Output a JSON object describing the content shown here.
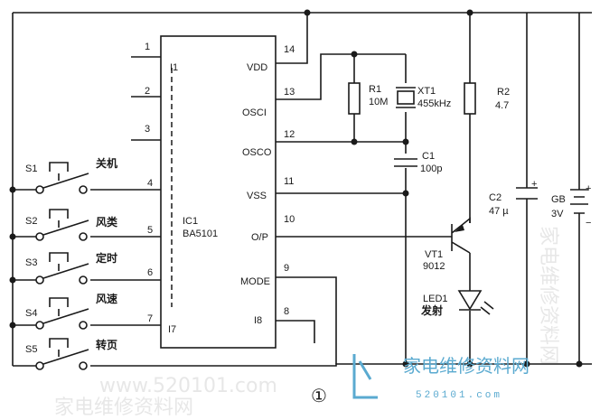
{
  "ic": {
    "ref": "IC1",
    "part": "BA5101",
    "pin_i1": "I1",
    "pin_i7": "I7",
    "pin_i8": "I8",
    "left_pins": [
      "1",
      "2",
      "3",
      "4",
      "5",
      "6",
      "7"
    ],
    "right_pins": [
      {
        "num": "14",
        "name": "VDD"
      },
      {
        "num": "13",
        "name": "OSCI"
      },
      {
        "num": "12",
        "name": "OSCO"
      },
      {
        "num": "11",
        "name": "VSS"
      },
      {
        "num": "10",
        "name": "O/P"
      },
      {
        "num": "9",
        "name": "MODE"
      },
      {
        "num": "8",
        "name": "I8"
      }
    ]
  },
  "switches": [
    {
      "ref": "S1",
      "label": "关机"
    },
    {
      "ref": "S2",
      "label": "风类"
    },
    {
      "ref": "S3",
      "label": "定时"
    },
    {
      "ref": "S4",
      "label": "风速"
    },
    {
      "ref": "S5",
      "label": "转页"
    }
  ],
  "components": {
    "r1": {
      "ref": "R1",
      "value": "10M"
    },
    "xt1": {
      "ref": "XT1",
      "value": "455kHz"
    },
    "c1": {
      "ref": "C1",
      "value": "100p"
    },
    "r2": {
      "ref": "R2",
      "value": "4.7"
    },
    "c2": {
      "ref": "C2",
      "value": "47 µ"
    },
    "gb": {
      "ref": "GB",
      "value": "3V"
    },
    "vt1": {
      "ref": "VT1",
      "value": "9012"
    },
    "led1": {
      "ref": "LED1",
      "value": "发射"
    }
  },
  "figure_number": "①",
  "watermark": {
    "site": "www.520101.com",
    "name": "家电维修资料网",
    "logo_text": "家电维修资料网",
    "logo_url": "520101.com"
  }
}
